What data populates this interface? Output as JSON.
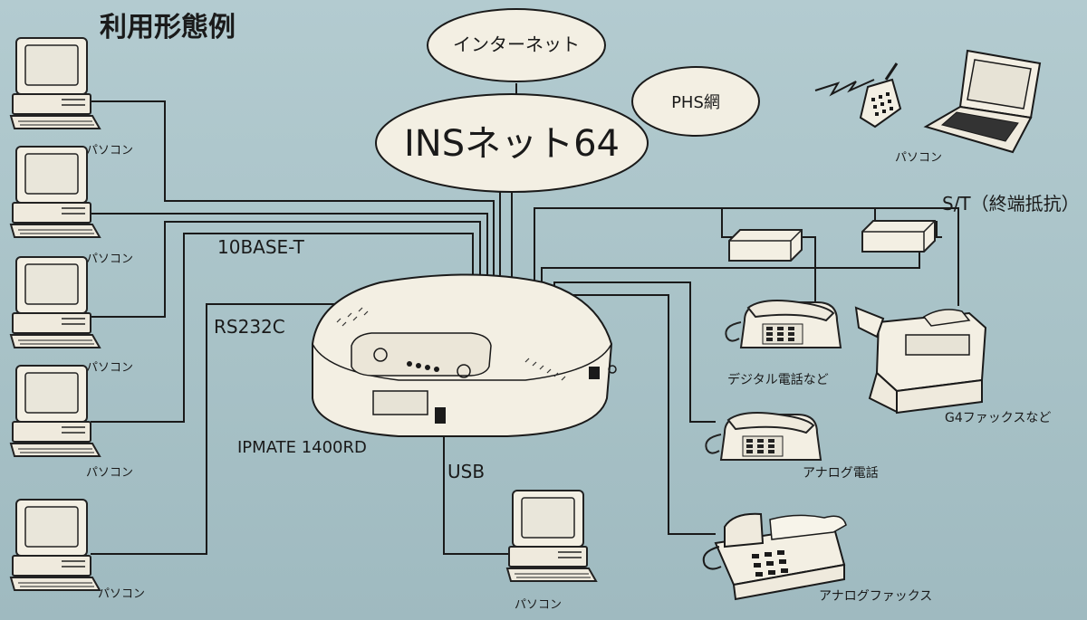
{
  "title": "利用形態例",
  "internet": "インターネット",
  "phs": "PHS網",
  "ins": "INSネット64",
  "device": "IPMATE 1400RD",
  "port_10base": "10BASE-T",
  "port_rs232c": "RS232C",
  "port_usb": "USB",
  "terminator": "S/T（終端抵抗）",
  "pc_label": "パソコン",
  "digital_phone": "デジタル電話など",
  "analog_phone": "アナログ電話",
  "g4_fax": "G4ファックスなど",
  "analog_fax": "アナログファックス",
  "colors": {
    "background": "#aac4c9",
    "line": "#1a1a1a",
    "device": "#f3efe3"
  }
}
